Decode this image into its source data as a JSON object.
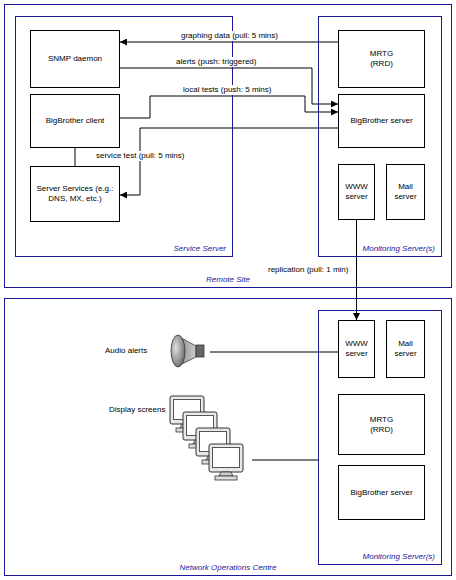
{
  "diagram": {
    "nodes": [
      {
        "text": [
          "Remote Site"
        ]
      },
      {
        "text": [
          "Service Server"
        ],
        "in": 0
      },
      {
        "text": [
          "SNMP daemon"
        ],
        "in": 1
      },
      {
        "text": [
          "BigBrother client"
        ],
        "in": 1
      },
      {
        "text": [
          "Server Services (e.g.: DNS, MX, etc.)"
        ],
        "in": 1
      },
      {
        "text": [
          "Monitoring Server(s)"
        ],
        "in": 0
      },
      {
        "text": [
          "MRTG (RRD)"
        ],
        "in": 5
      },
      {
        "text": [
          "BigBrother server"
        ],
        "in": 5
      },
      {
        "text": [
          "WWW server"
        ],
        "in": 5
      },
      {
        "text": [
          "Mail server"
        ],
        "in": 5
      },
      {
        "text": [
          "Network Operations Centre"
        ]
      },
      {
        "text": [
          "Monitoring Server(s)"
        ],
        "in": 10
      },
      {
        "text": [
          "WWW server"
        ],
        "in": 11
      },
      {
        "text": [
          "Mail server"
        ],
        "in": 11
      },
      {
        "text": [
          "MRTG (RRD)"
        ],
        "in": 11
      },
      {
        "text": [
          "BigBrother server"
        ],
        "in": 11
      },
      {
        "text": [
          "Audio alerts"
        ],
        "in": 10
      },
      {
        "text": [
          "Display screens"
        ],
        "in": 10
      }
    ],
    "edges": [
      {
        "from": 6,
        "to": 2,
        "arrow": "to",
        "label": "graphing data (pull: 5 mins)"
      },
      {
        "from": 2,
        "to": 7,
        "arrow": "to",
        "label": "alerts (push: triggered)"
      },
      {
        "from": 3,
        "to": 7,
        "arrow": "to",
        "label": "local tests (push: 5 mins)"
      },
      {
        "from": 7,
        "to": 4,
        "arrow": "to",
        "label": "service test (pull: 5 mins)"
      },
      {
        "from": 3,
        "to": 4,
        "arrow": "none"
      },
      {
        "from": 8,
        "to": 12,
        "arrow": "to",
        "label": "replication (pull: 1 min)"
      },
      {
        "from": 16,
        "to": 12,
        "arrow": "none"
      },
      {
        "from": 17,
        "to": 11,
        "arrow": "none"
      }
    ]
  }
}
